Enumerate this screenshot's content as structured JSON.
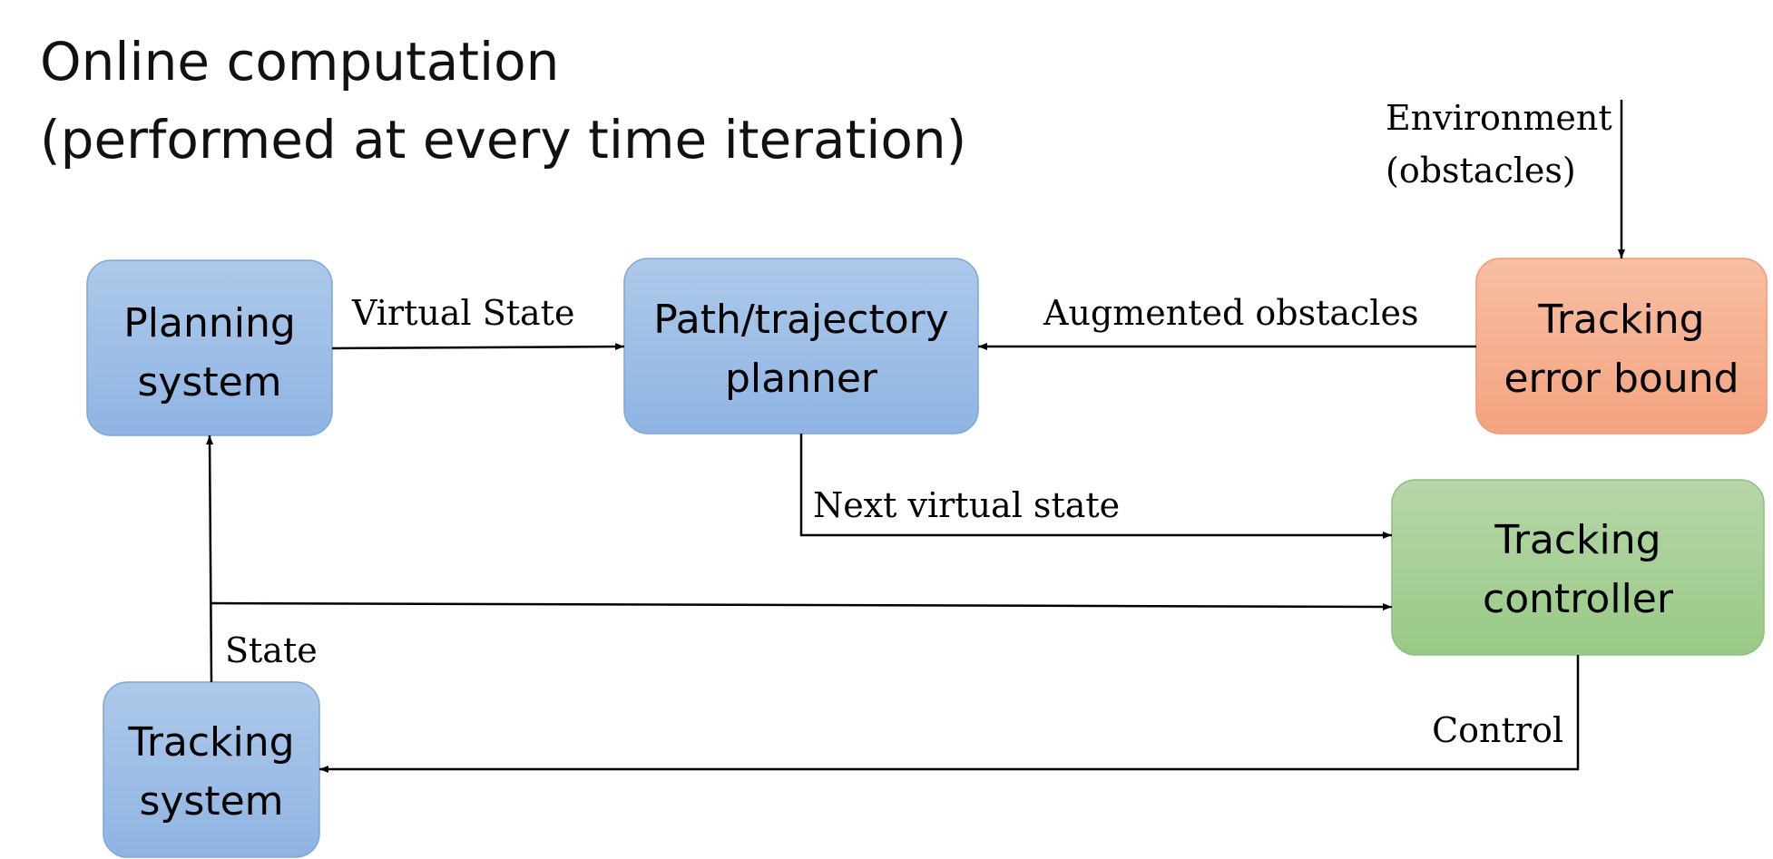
{
  "title": {
    "line1": "Online computation",
    "line2": "(performed at every time iteration)"
  },
  "colors": {
    "blue_top": "#adc9ea",
    "blue_bottom": "#8fb4e3",
    "blue_stroke": "#7fa6d8",
    "orange_top": "#f8bea4",
    "orange_bottom": "#f4a37f",
    "orange_stroke": "#ee9a72",
    "green_top": "#b6d7a8",
    "green_bottom": "#99c986",
    "green_stroke": "#8fbf7c"
  },
  "nodes": {
    "planning_system": {
      "line1": "Planning",
      "line2": "system"
    },
    "path_planner": {
      "line1": "Path/trajectory",
      "line2": "planner"
    },
    "tracking_error_bound": {
      "line1": "Tracking",
      "line2": "error bound"
    },
    "tracking_controller": {
      "line1": "Tracking",
      "line2": "controller"
    },
    "tracking_system": {
      "line1": "Tracking",
      "line2": "system"
    }
  },
  "edges": {
    "virtual_state": "Virtual State",
    "augmented_obstacles": "Augmented obstacles",
    "environment_line1": "Environment",
    "environment_line2": "(obstacles)",
    "next_virtual_state": "Next virtual state",
    "state": "State",
    "control": "Control"
  }
}
